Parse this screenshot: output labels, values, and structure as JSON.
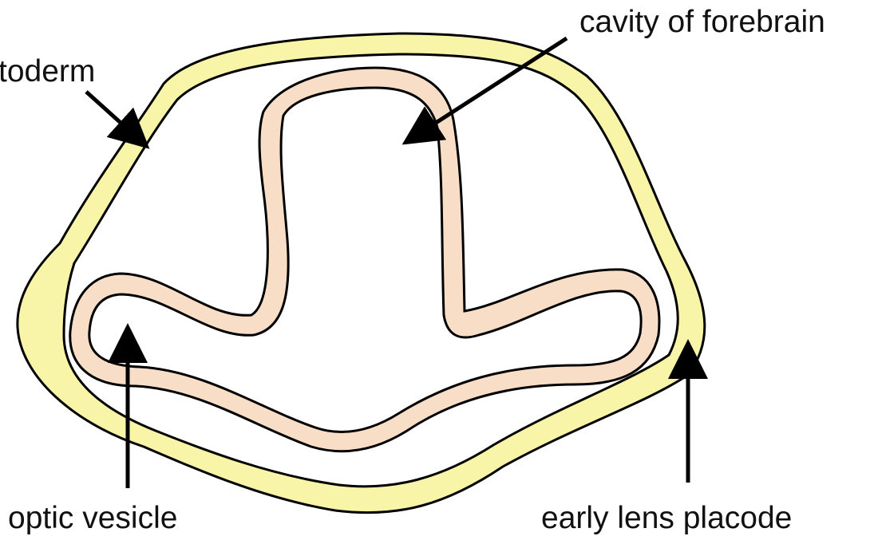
{
  "labels": {
    "ectoderm": "toderm",
    "cavity_of_forebrain": "cavity of forebrain",
    "optic_vesicle": "optic vesicle",
    "early_lens_placode": "early lens placode"
  },
  "colors": {
    "ectoderm_fill": "#f8f4a8",
    "neural_tube_fill": "#f9dec7",
    "outline": "#000000",
    "background": "#ffffff",
    "text": "#111111"
  }
}
